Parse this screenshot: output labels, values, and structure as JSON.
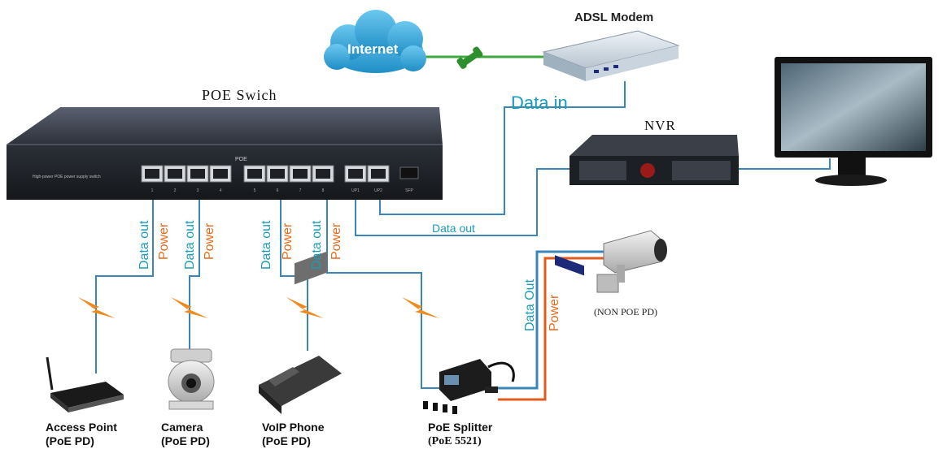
{
  "labels": {
    "switch_title": "POE Swich",
    "modem_title": "ADSL Modem",
    "nvr_title": "NVR",
    "internet": "Internet",
    "data_in": "Data in",
    "data_out_horizontal": "Data out",
    "switch_caption": "POE",
    "switch_small_text": "High-power POE power supply switch",
    "non_poe_pd": "(NON POE PD)"
  },
  "port_labels": [
    "1",
    "2",
    "3",
    "4",
    "5",
    "6",
    "7",
    "8",
    "UP1",
    "UP2",
    "SFP"
  ],
  "links": [
    {
      "data": "Data out",
      "power": "Power"
    },
    {
      "data": "Data out",
      "power": "Power"
    },
    {
      "data": "Data out",
      "power": "Power"
    },
    {
      "data": "Data out",
      "power": "Power"
    }
  ],
  "splitter_link": {
    "data": "Data Out",
    "power": "Power"
  },
  "devices": [
    {
      "name": "Access Point",
      "sub": "(PoE PD)"
    },
    {
      "name": "Camera",
      "sub": "(PoE PD)"
    },
    {
      "name": "VoIP Phone",
      "sub": "(PoE PD)"
    },
    {
      "name": "PoE Splitter",
      "sub": "(PoE 5521)"
    }
  ],
  "colors": {
    "data_line": "#3a86b8",
    "power_line": "#e25a1c",
    "data_text": "#1a9bb7",
    "power_text": "#e56a1c",
    "phone_line": "#3fa83f",
    "cloud": "#3aa7d8",
    "bolt": "#f08a1c"
  }
}
